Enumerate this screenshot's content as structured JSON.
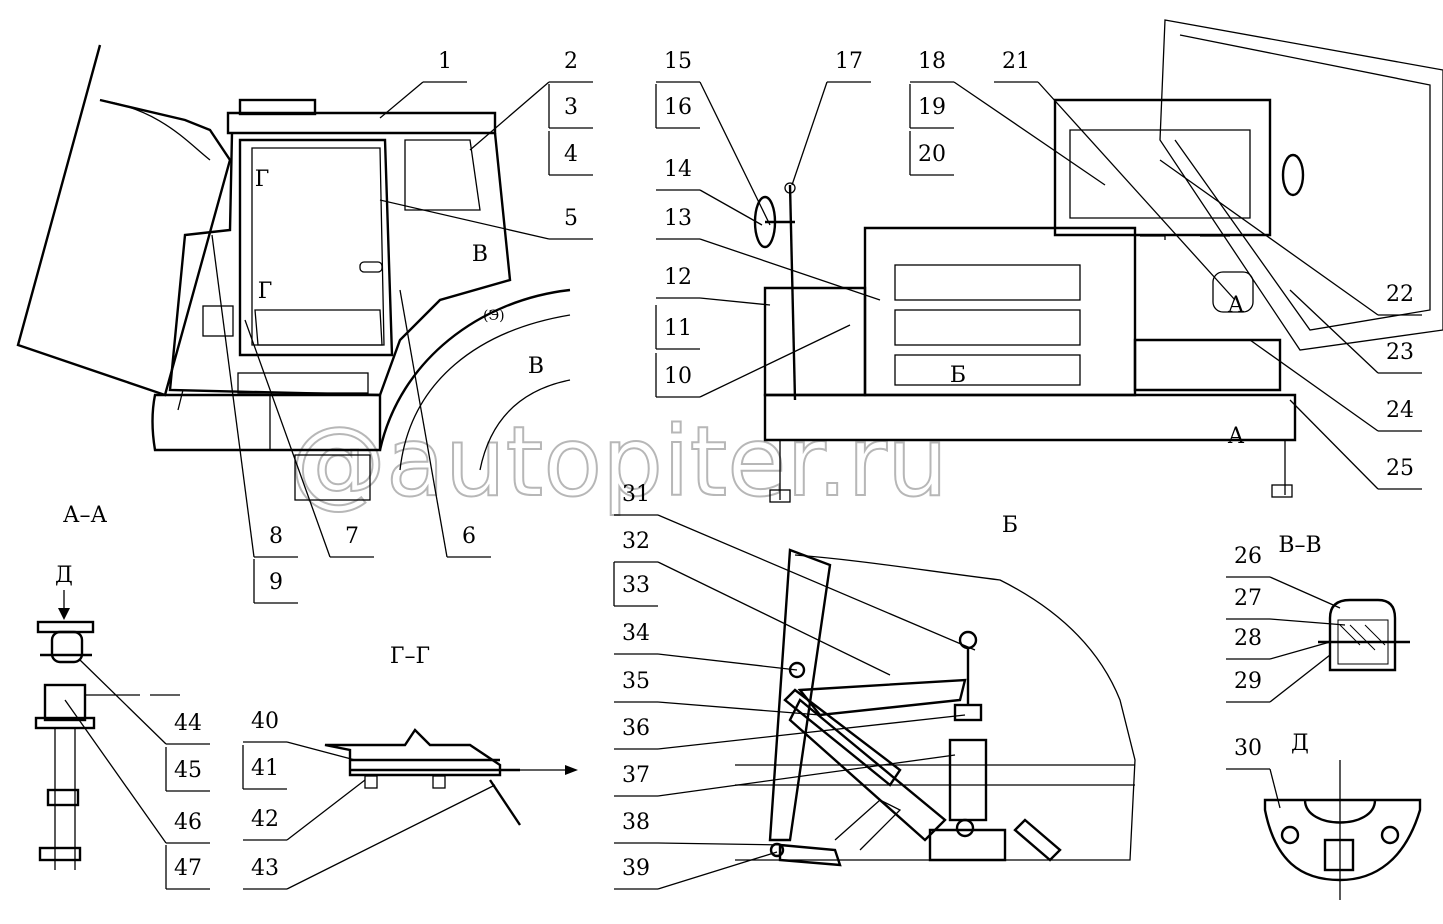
{
  "callouts": [
    "1",
    "2",
    "3",
    "4",
    "5",
    "6",
    "7",
    "8",
    "9",
    "10",
    "11",
    "12",
    "13",
    "14",
    "15",
    "16",
    "17",
    "18",
    "19",
    "20",
    "21",
    "22",
    "23",
    "24",
    "25",
    "26",
    "27",
    "28",
    "29",
    "30",
    "31",
    "32",
    "33",
    "34",
    "35",
    "36",
    "37",
    "38",
    "39",
    "40",
    "41",
    "42",
    "43",
    "44",
    "45",
    "46",
    "47"
  ],
  "section_titles": {
    "aa": "А–А",
    "b": "Б",
    "vv": "В–В",
    "gg": "Г–Г",
    "d": "Д"
  },
  "view_marks": {
    "g": "Г",
    "v": "В",
    "a": "А",
    "b": "Б",
    "d": "Д"
  },
  "watermark": "@autopiter.ru"
}
